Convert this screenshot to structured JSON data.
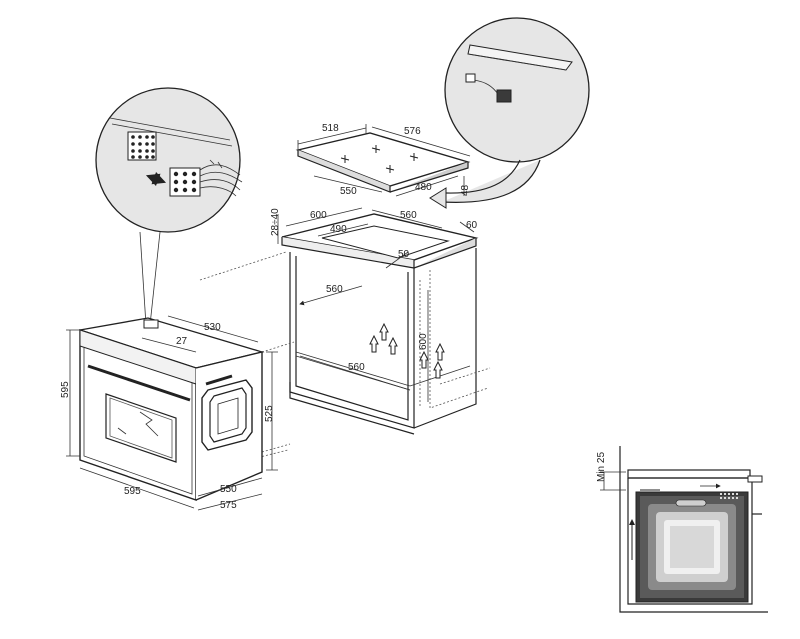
{
  "colors": {
    "line": "#222222",
    "gray_bg": "#d9d9d9",
    "dark": "#3a3a3a"
  },
  "dims": {
    "hob_518": "518",
    "hob_576": "576",
    "hob_550": "550",
    "hob_480": "480",
    "hob_48": "48",
    "cab_600": "600",
    "cab_560_top": "560",
    "cab_28_40": "28÷40",
    "cab_490": "490",
    "cab_60": "60",
    "cab_50": "50",
    "cab_560_mid": "560",
    "cab_600_height": "600",
    "cab_560_bottom": "560",
    "oven_530": "530",
    "oven_27": "27",
    "oven_595_h": "595",
    "oven_525": "525",
    "oven_595_w": "595",
    "oven_550": "550",
    "oven_575": "575",
    "min_25": "Min 25"
  }
}
